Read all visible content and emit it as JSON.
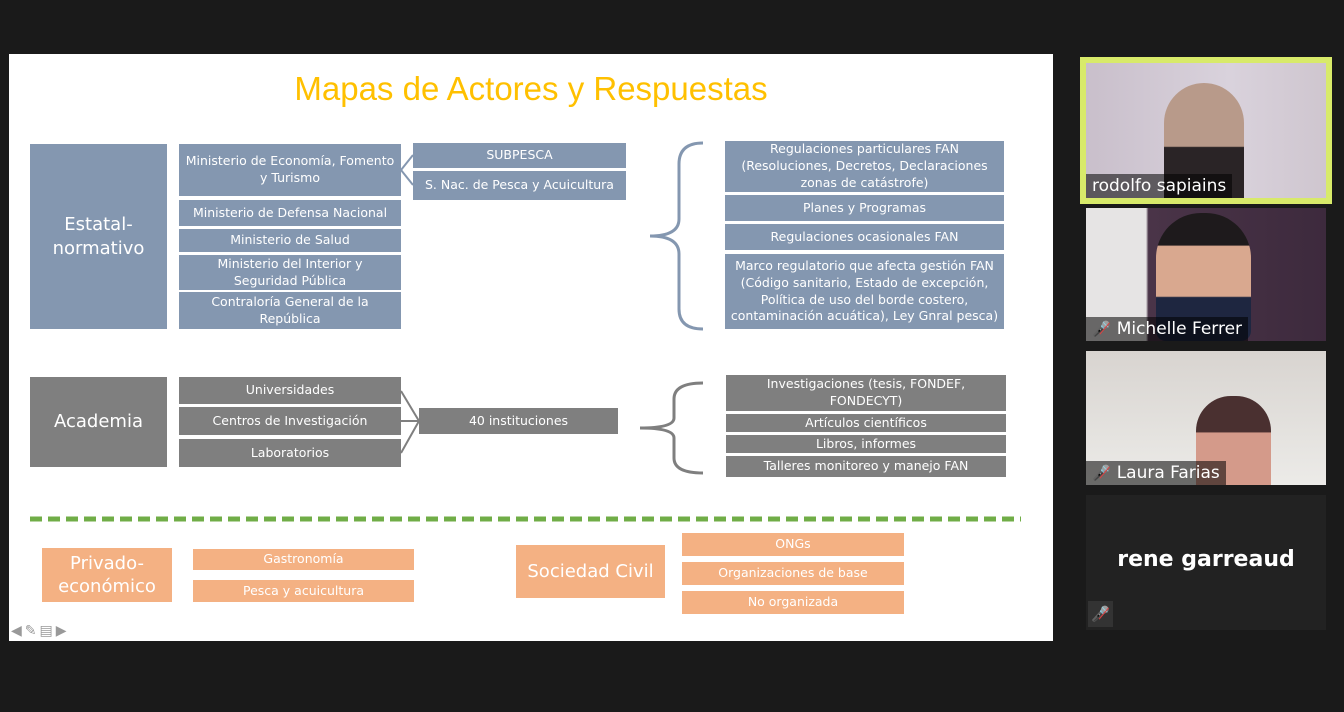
{
  "slide": {
    "title": "Mapas de Actores y Respuestas",
    "estatal": {
      "label": "Estatal-\nnormativo",
      "ministries": [
        "Ministerio de Economía, Fomento y Turismo",
        "Ministerio de Defensa Nacional",
        "Ministerio de Salud",
        "Ministerio del Interior y Seguridad Pública",
        "Contraloría General de la República"
      ],
      "agencies": [
        "SUBPESCA",
        "S. Nac. de Pesca y Acuicultura"
      ],
      "responses": [
        "Regulaciones particulares FAN (Resoluciones, Decretos, Declaraciones zonas de catástrofe)",
        "Planes y Programas",
        "Regulaciones ocasionales FAN",
        "Marco regulatorio que afecta gestión FAN (Código sanitario, Estado de excepción, Política de uso del borde costero, contaminación acuática), Ley Gnral pesca)"
      ]
    },
    "academia": {
      "label": "Academia",
      "members": [
        "Universidades",
        "Centros de Investigación",
        "Laboratorios"
      ],
      "count": "40 instituciones",
      "responses": [
        "Investigaciones (tesis, FONDEF, FONDECYT)",
        "Artículos científicos",
        "Libros, informes",
        "Talleres monitoreo y manejo FAN"
      ]
    },
    "privado": {
      "label": "Privado-\neconómico",
      "items": [
        "Gastronomía",
        "Pesca y acuicultura"
      ]
    },
    "civil": {
      "label": "Sociedad Civil",
      "items": [
        "ONGs",
        "Organizaciones de base",
        "No organizada"
      ]
    },
    "colors": {
      "title": "#ffc000",
      "estatal": "#8497b0",
      "academia": "#7f7f7f",
      "other": "#f4b183",
      "divider": "#70ad47"
    }
  },
  "participants": [
    {
      "name": "rodolfo sapiains",
      "muted": false,
      "speaking": true
    },
    {
      "name": "Michelle Ferrer",
      "muted": true
    },
    {
      "name": "Laura Farias",
      "muted": true
    },
    {
      "name": "rene garreaud",
      "muted": true,
      "video": false
    }
  ]
}
